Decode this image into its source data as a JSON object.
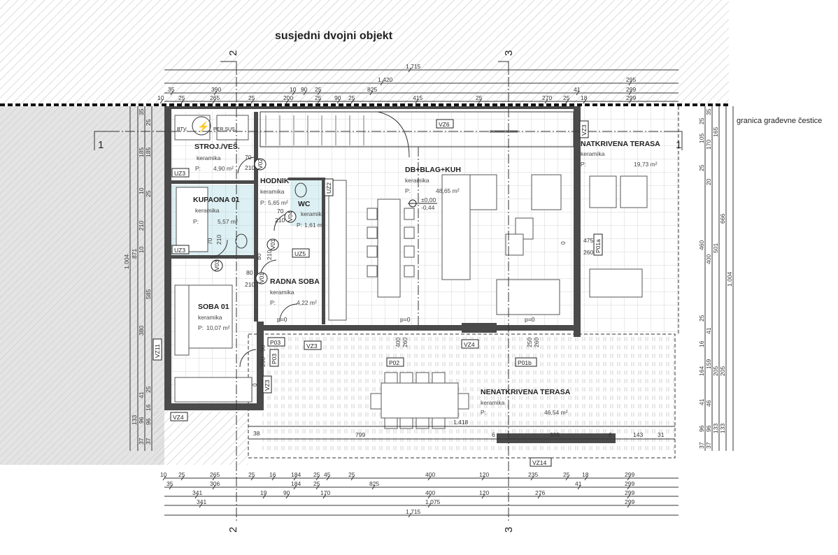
{
  "title": "susjedni dvojni objekt",
  "boundary_label": "granica građevne čestice",
  "section_marks": {
    "s1_left": "1",
    "s1_right": "1",
    "s2_top": "2",
    "s2_bottom": "2",
    "s3_top": "3",
    "s3_bottom": "3"
  },
  "rooms": [
    {
      "name": "STROJ./VEŠ.",
      "floor": "keramika",
      "area_prefix": "P:",
      "area": "4,90 m²"
    },
    {
      "name": "KUPAONA 01",
      "floor": "keramika",
      "area_prefix": "P:",
      "area": "5,57 m²"
    },
    {
      "name": "HODNIK",
      "floor": "keramika",
      "area_prefix": "P:",
      "area": "5,65 m²"
    },
    {
      "name": "WC",
      "floor": "keramika",
      "area_prefix": "P:",
      "area": "1,61 m²"
    },
    {
      "name": "RADNA SOBA",
      "floor": "keramika",
      "area_prefix": "P:",
      "area": "4,22 m²"
    },
    {
      "name": "SOBA 01",
      "floor": "keramika",
      "area_prefix": "P:",
      "area": "10,07 m²"
    },
    {
      "name": "DB+BLAG+KUH",
      "floor": "keramika",
      "area_prefix": "P:",
      "area": "48,65 m²"
    },
    {
      "name": "NATKRIVENA TERASA",
      "floor": "keramika",
      "area_prefix": "P:",
      "area": "19,73 m²"
    },
    {
      "name": "NENATKRIVENA TERASA",
      "floor": "keramika",
      "area_prefix": "P:",
      "area": "46,54 m²"
    }
  ],
  "level": {
    "top": "±0,00",
    "bottom": "-0,44"
  },
  "equipment": {
    "btv": "BTV.",
    "spremnik": "PER.SUS."
  },
  "tags": [
    "UZ3",
    "UZ3",
    "UZ2",
    "UZ5",
    "VZ6",
    "VZ3",
    "VZ3",
    "VZ4",
    "VZ3",
    "VZ11",
    "VZ4",
    "VZ14",
    "P03",
    "P03",
    "P02",
    "P01b",
    "P01a",
    "V01",
    "V02",
    "V03",
    "V04",
    "V01"
  ],
  "door_labels": [
    "70",
    "210",
    "70",
    "210",
    "70",
    "210",
    "80",
    "210",
    "80",
    "210",
    "90",
    "200",
    "p=0",
    "p=0",
    "p=0",
    "400",
    "260",
    "250",
    "260",
    "475",
    "260",
    "0",
    "0"
  ],
  "dims": {
    "top_rows": [
      [
        "1.715"
      ],
      [
        "1.420",
        "295"
      ],
      [
        "35",
        "390",
        "10",
        "90",
        "25",
        "825",
        "41",
        "299"
      ],
      [
        "10",
        "25",
        "265",
        "25",
        "200",
        "25",
        "90",
        "25",
        "415",
        "25",
        "270",
        "25",
        "18",
        "299"
      ]
    ],
    "bottom_rows": [
      [
        "10",
        "25",
        "265",
        "25",
        "16",
        "184",
        "25",
        "45",
        "25",
        "400",
        "120",
        "235",
        "25",
        "18",
        "299"
      ],
      [
        "35",
        "306",
        "184",
        "25",
        "825",
        "41",
        "299"
      ],
      [
        "341",
        "19",
        "90",
        "170",
        "400",
        "120",
        "276",
        "299"
      ],
      [
        "341",
        "1.075",
        "299"
      ],
      [
        "1.715"
      ]
    ],
    "left_cols": [
      [
        "1.004"
      ],
      [
        "871",
        "133"
      ],
      [
        "35",
        "185",
        "10",
        "210",
        "10",
        "380",
        "41",
        "96",
        "37"
      ],
      [
        "25",
        "185",
        "25",
        "585",
        "25",
        "16",
        "96",
        "37"
      ]
    ],
    "right_cols": [
      [
        "25",
        "105",
        "25",
        "460",
        "25",
        "16",
        "164",
        "41",
        "96",
        "37"
      ],
      [
        "35",
        "170",
        "20",
        "400",
        "41",
        "159",
        "46",
        "96",
        "37"
      ],
      [
        "165",
        "501",
        "205",
        "133"
      ],
      [
        "666",
        "205",
        "133"
      ],
      [
        "1.004"
      ]
    ],
    "terrace": [
      "38",
      "1.418",
      "799",
      "6",
      "395",
      "6",
      "143",
      "31"
    ]
  }
}
